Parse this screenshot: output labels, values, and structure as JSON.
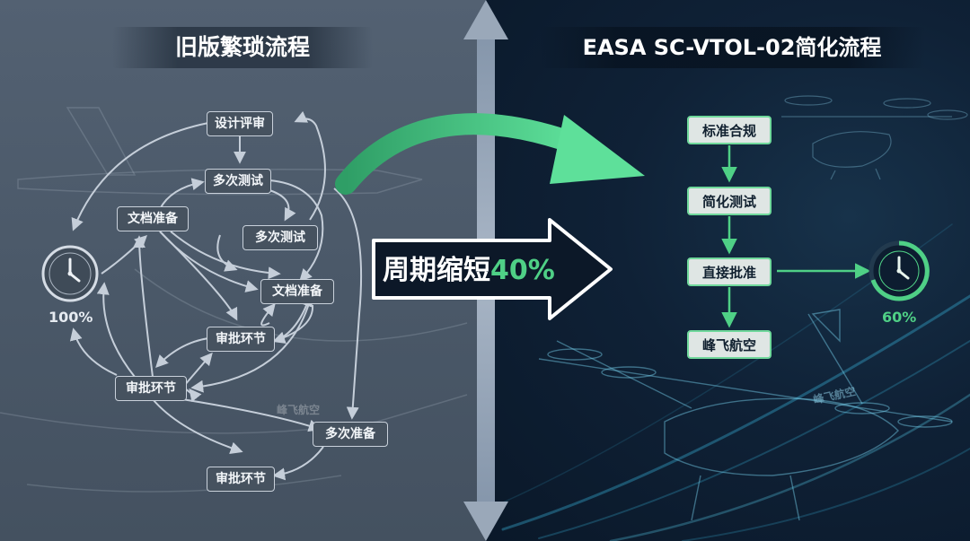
{
  "left": {
    "title": "旧版繁琐流程",
    "percent": "100%",
    "boxes": [
      "设计评审",
      "多次测试",
      "文档准备",
      "多次测试",
      "文档准备",
      "审批环节",
      "审批环节",
      "多次准备",
      "审批环节"
    ],
    "watermark": "峰飞航空"
  },
  "right": {
    "title": "EASA SC-VTOL-02简化流程",
    "percent": "60%",
    "steps": [
      "标准合规",
      "简化测试",
      "直接批准",
      "峰飞航空"
    ],
    "watermark": "峰飞航空"
  },
  "center": {
    "label_main": "周期缩短",
    "label_accent": "40%"
  },
  "colors": {
    "left_panel": "#4e5c6c",
    "right_panel": "#0f2136",
    "accent_green": "#4fd086",
    "divider": "#9aa8b9"
  },
  "icons": [
    "clock-icon",
    "clock-icon",
    "double-arrow-icon",
    "curved-arrow-icon",
    "aircraft-outline-icon"
  ]
}
